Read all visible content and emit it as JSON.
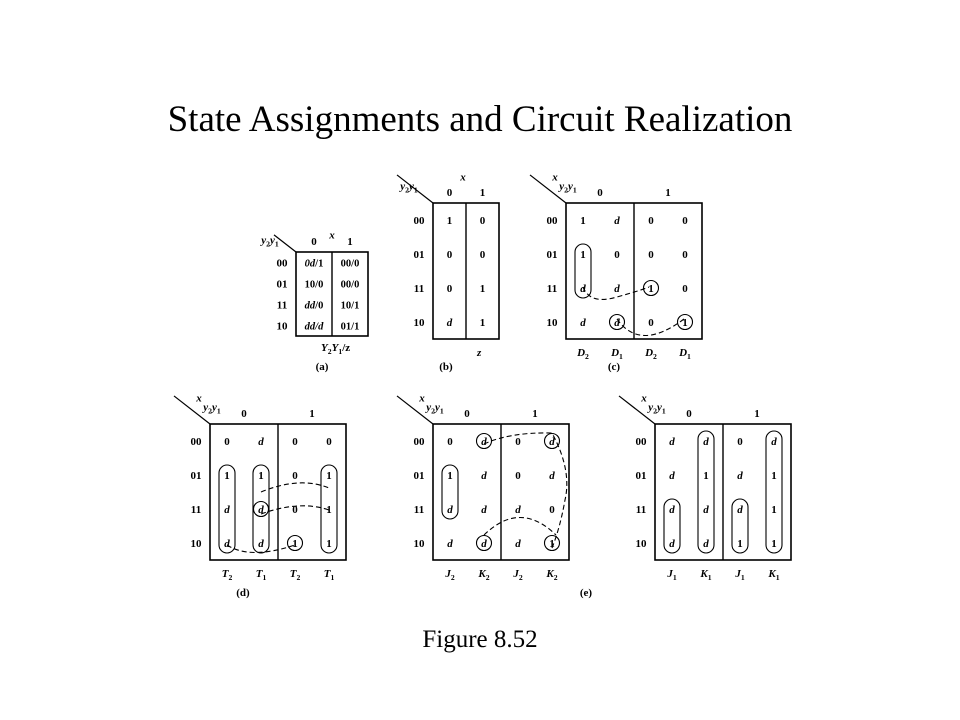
{
  "title": "State Assignments and Circuit Realization",
  "caption": "Figure 8.52",
  "maps": {
    "a": {
      "label": "(a)",
      "var": "x",
      "corner": [
        "y",
        "2",
        "y",
        "1"
      ],
      "cols": [
        "0",
        "1"
      ],
      "rows": [
        "00",
        "01",
        "11",
        "10"
      ],
      "cells": [
        [
          "0d/1",
          "00/0"
        ],
        [
          "10/0",
          "00/0"
        ],
        [
          "dd/0",
          "10/1"
        ],
        [
          "dd/d",
          "01/1"
        ]
      ],
      "footer": [
        "Y",
        "2",
        "Y",
        "1",
        "/z"
      ]
    },
    "b": {
      "label": "(b)",
      "var": "x",
      "corner": [
        "y",
        "2",
        "y",
        "1"
      ],
      "cols": [
        "0",
        "1"
      ],
      "rows": [
        "00",
        "01",
        "11",
        "10"
      ],
      "cells": [
        [
          "1",
          "0"
        ],
        [
          "0",
          "0"
        ],
        [
          "0",
          "1"
        ],
        [
          "d",
          "1"
        ]
      ],
      "footer": [
        "z"
      ]
    },
    "c": {
      "label": "(c)",
      "var": "x",
      "corner": [
        "y",
        "2",
        "y",
        "1"
      ],
      "cols": [
        "0",
        "1"
      ],
      "rows": [
        "00",
        "01",
        "11",
        "10"
      ],
      "cells": [
        [
          "1",
          "d",
          "0",
          "0"
        ],
        [
          "1",
          "0",
          "0",
          "0"
        ],
        [
          "d",
          "d",
          "1",
          "0"
        ],
        [
          "d",
          "d",
          "0",
          "1"
        ]
      ],
      "footers": [
        [
          "D",
          "2"
        ],
        [
          "D",
          "1"
        ],
        [
          "D",
          "2"
        ],
        [
          "D",
          "1"
        ]
      ]
    },
    "d": {
      "label": "(d)",
      "var": "x",
      "corner": [
        "y",
        "2",
        "y",
        "1"
      ],
      "cols": [
        "0",
        "1"
      ],
      "rows": [
        "00",
        "01",
        "11",
        "10"
      ],
      "cells": [
        [
          "0",
          "d",
          "0",
          "0"
        ],
        [
          "1",
          "1",
          "0",
          "1"
        ],
        [
          "d",
          "d",
          "0",
          "1"
        ],
        [
          "d",
          "d",
          "1",
          "1"
        ]
      ],
      "footers": [
        [
          "T",
          "2"
        ],
        [
          "T",
          "1"
        ],
        [
          "T",
          "2"
        ],
        [
          "T",
          "1"
        ]
      ]
    },
    "e": {
      "label": "(e)",
      "var": "x",
      "corner": [
        "y",
        "2",
        "y",
        "1"
      ],
      "cols": [
        "0",
        "1"
      ],
      "rows": [
        "00",
        "01",
        "11",
        "10"
      ],
      "cells": [
        [
          "0",
          "d",
          "0",
          "d"
        ],
        [
          "1",
          "d",
          "0",
          "d"
        ],
        [
          "d",
          "d",
          "d",
          "0"
        ],
        [
          "d",
          "d",
          "d",
          "1"
        ]
      ],
      "footers": [
        [
          "J",
          "2"
        ],
        [
          "K",
          "2"
        ],
        [
          "J",
          "2"
        ],
        [
          "K",
          "2"
        ]
      ]
    },
    "f": {
      "var": "x",
      "corner": [
        "y",
        "2",
        "y",
        "1"
      ],
      "cols": [
        "0",
        "1"
      ],
      "rows": [
        "00",
        "01",
        "11",
        "10"
      ],
      "cells": [
        [
          "d",
          "d",
          "0",
          "d"
        ],
        [
          "d",
          "1",
          "d",
          "1"
        ],
        [
          "d",
          "d",
          "d",
          "1"
        ],
        [
          "d",
          "d",
          "1",
          "1"
        ]
      ],
      "footers": [
        [
          "J",
          "1"
        ],
        [
          "K",
          "1"
        ],
        [
          "J",
          "1"
        ],
        [
          "K",
          "1"
        ]
      ]
    }
  }
}
